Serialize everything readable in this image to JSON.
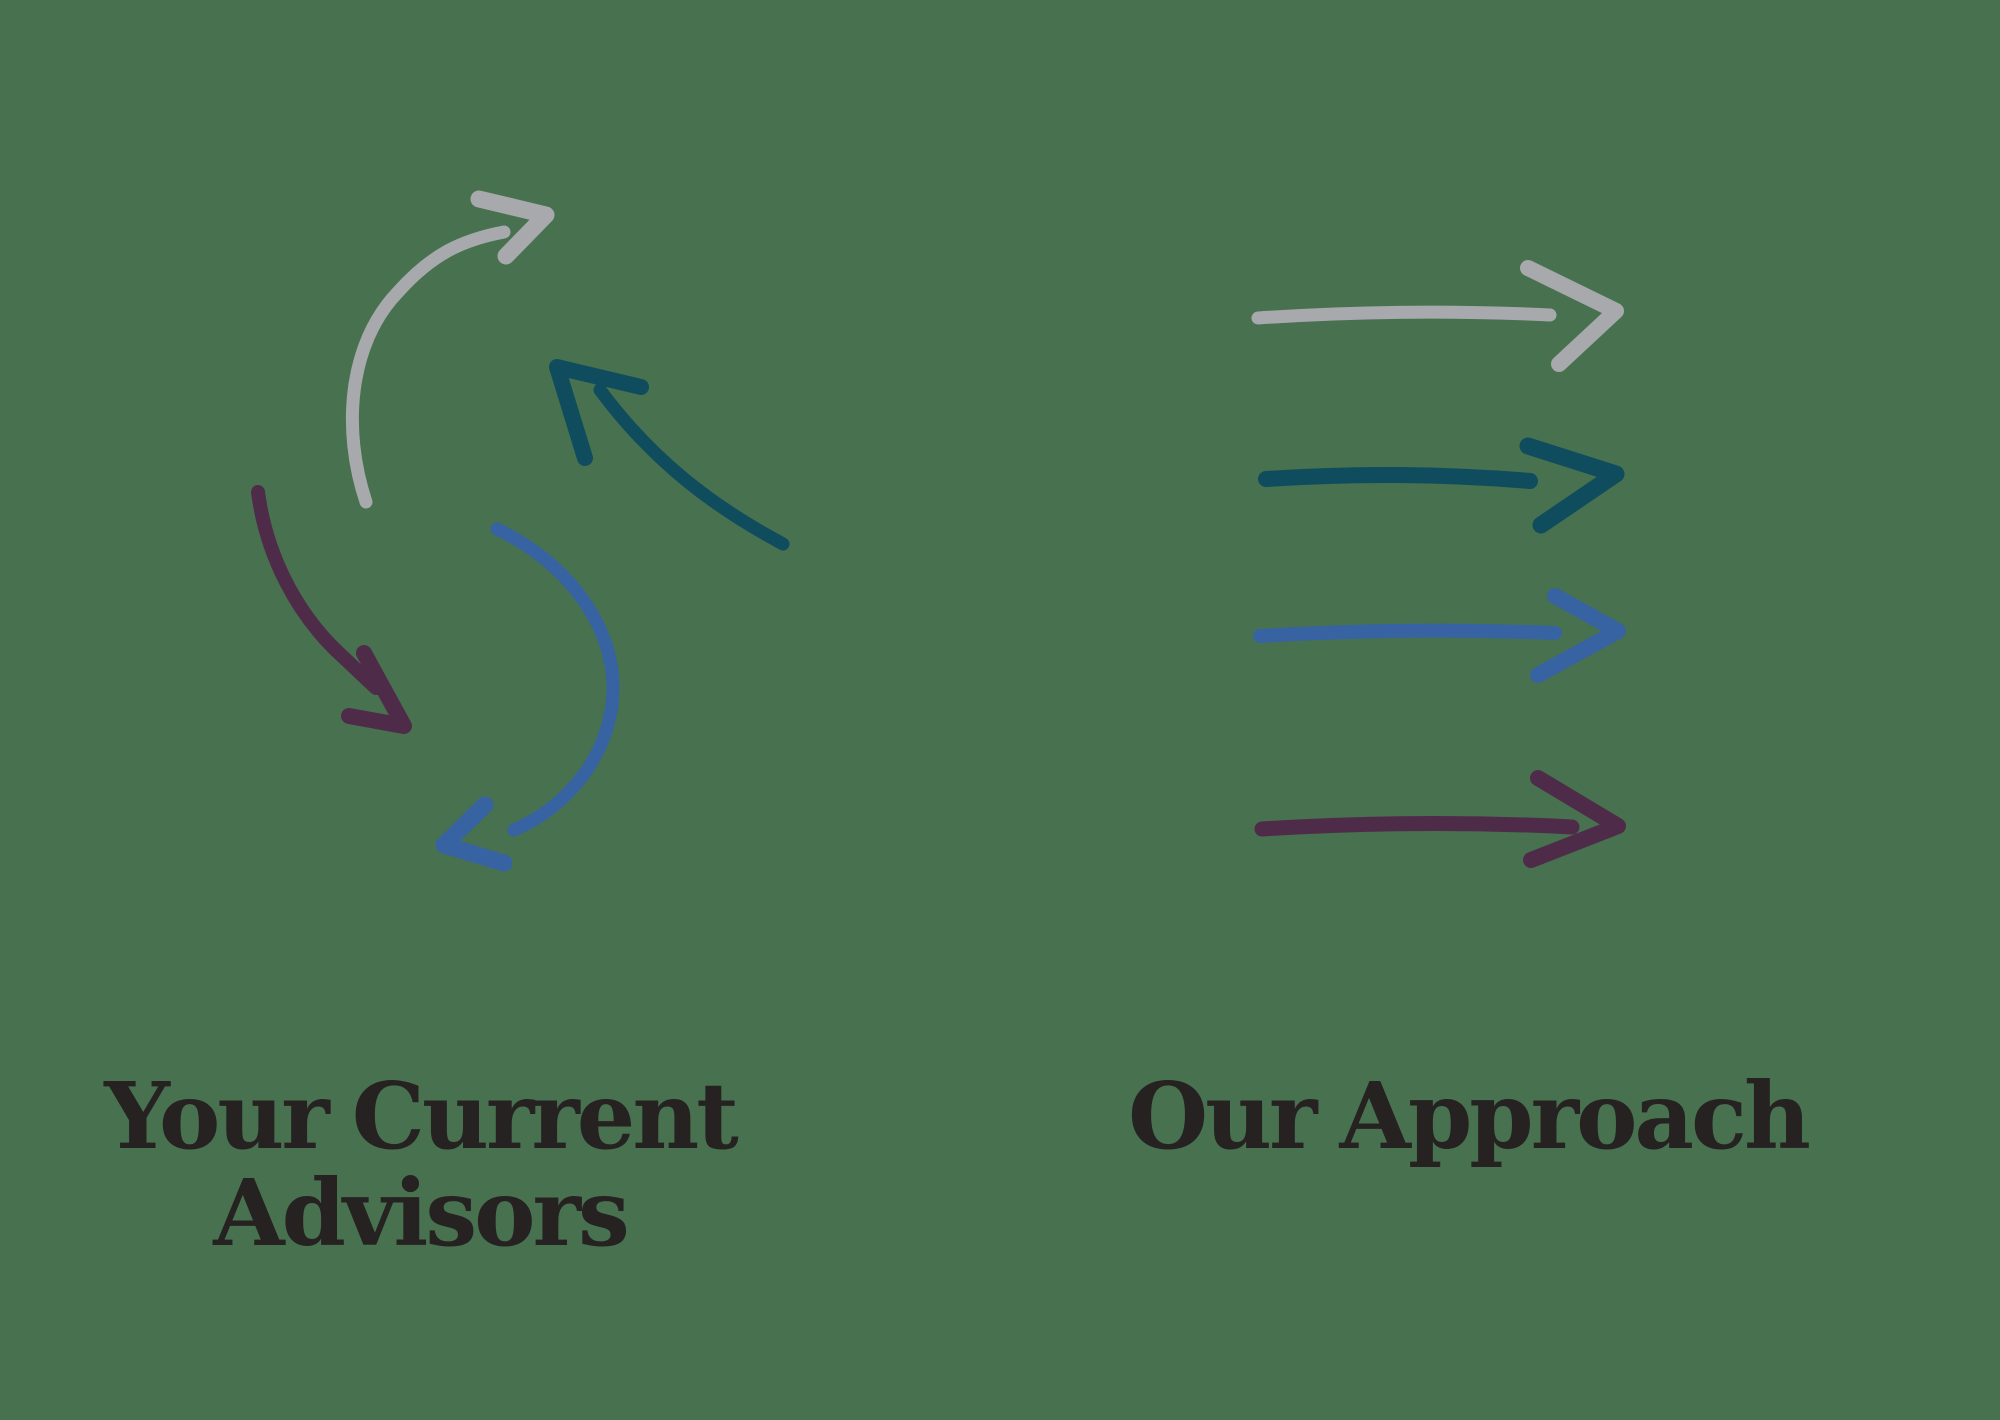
{
  "background_color": "#48714F",
  "text_color": "#262222",
  "left_panel": {
    "label": {
      "line1": "Your Current",
      "line2": "Advisors"
    },
    "arrows": [
      {
        "name": "gray-curved-arrow",
        "color": "#A7A9AC"
      },
      {
        "name": "teal-curved-arrow",
        "color": "#0F4C5D"
      },
      {
        "name": "purple-curved-arrow",
        "color": "#4F2B4A"
      },
      {
        "name": "blue-curved-arrow",
        "color": "#3763A2"
      }
    ]
  },
  "right_panel": {
    "label": "Our Approach",
    "arrows": [
      {
        "name": "gray-straight-arrow",
        "color": "#A7A9AC"
      },
      {
        "name": "teal-straight-arrow",
        "color": "#0F4C5D"
      },
      {
        "name": "blue-straight-arrow",
        "color": "#3763A2"
      },
      {
        "name": "purple-straight-arrow",
        "color": "#4F2B4A"
      }
    ]
  }
}
